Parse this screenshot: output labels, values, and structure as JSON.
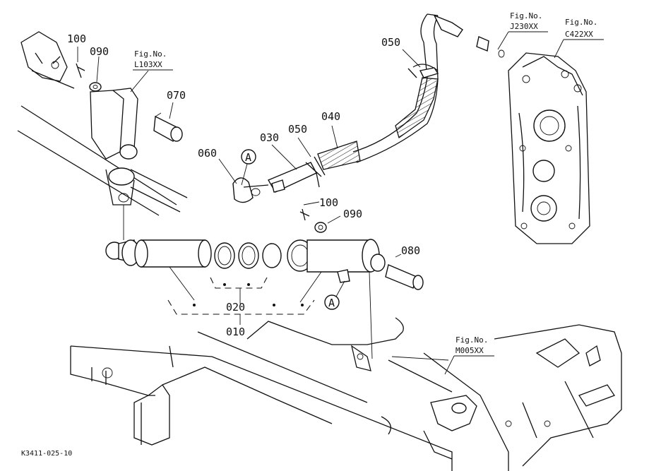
{
  "drawing": {
    "doc_code": "K3411-025-10"
  },
  "part_labels": {
    "p100_top": "100",
    "p090_top": "090",
    "p070": "070",
    "p060": "060",
    "p030": "030",
    "p050_mid": "050",
    "p040": "040",
    "p050_top": "050",
    "p100_mid": "100",
    "p090_mid": "090",
    "p080": "080",
    "p020": "020",
    "p010": "010"
  },
  "figure_refs": {
    "fig_l103": {
      "prefix": "Fig.No.",
      "code": "L103XX"
    },
    "fig_j230": {
      "prefix": "Fig.No.",
      "code": "J230XX"
    },
    "fig_c422": {
      "prefix": "Fig.No.",
      "code": "C422XX"
    },
    "fig_m005": {
      "prefix": "Fig.No.",
      "code": "M005XX"
    }
  },
  "callouts": {
    "a_upper": "A",
    "a_lower": "A"
  }
}
